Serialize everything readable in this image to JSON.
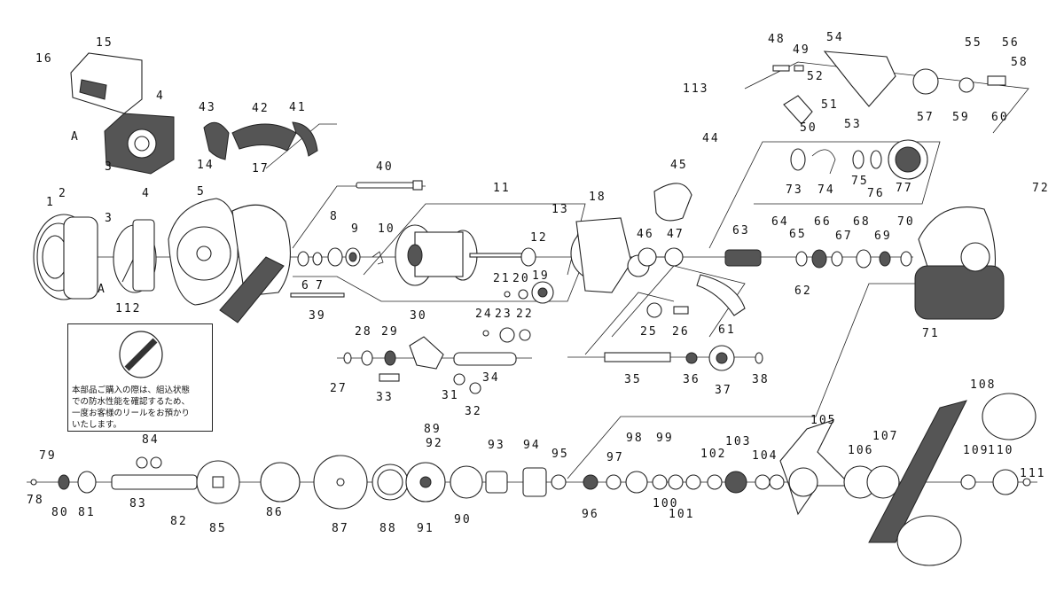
{
  "labels": [
    "16",
    "15",
    "4",
    "A",
    "14",
    "3",
    "2",
    "3",
    "1",
    "4",
    "5",
    "A",
    "17",
    "43",
    "42",
    "41",
    "40",
    "8",
    "9",
    "10",
    "6",
    "7",
    "39",
    "11",
    "13",
    "12",
    "18",
    "21",
    "20",
    "19",
    "24",
    "23",
    "22",
    "112",
    "28",
    "29",
    "30",
    "27",
    "33",
    "31",
    "32",
    "34",
    "113",
    "44",
    "45",
    "46",
    "47",
    "63",
    "64",
    "65",
    "66",
    "67",
    "68",
    "69",
    "70",
    "35",
    "36",
    "37",
    "38",
    "25",
    "26",
    "61",
    "62",
    "48",
    "49",
    "54",
    "55",
    "56",
    "58",
    "52",
    "51",
    "50",
    "53",
    "57",
    "59",
    "60",
    "73",
    "74",
    "75",
    "76",
    "77",
    "72",
    "71",
    "79",
    "78",
    "80",
    "81",
    "84",
    "83",
    "82",
    "85",
    "86",
    "87",
    "88",
    "91",
    "90",
    "89",
    "92",
    "93",
    "94",
    "95",
    "96",
    "97",
    "98",
    "99",
    "100",
    "101",
    "102",
    "103",
    "104",
    "105",
    "106",
    "107",
    "108",
    "109",
    "110",
    "111"
  ],
  "note": {
    "lines": [
      "本部品ご購入の際は、組込状態",
      "での防水性能を確認するため、",
      "一度お客様のリールをお預かり",
      "いたします。"
    ]
  }
}
